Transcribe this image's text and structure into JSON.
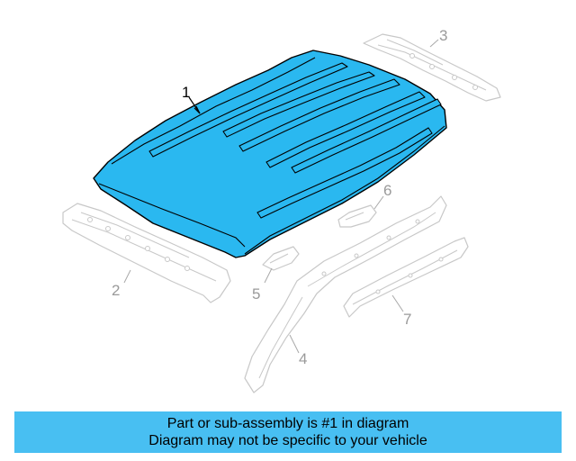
{
  "diagram": {
    "callouts": [
      {
        "id": "1",
        "label": "1",
        "highlighted": true
      },
      {
        "id": "2",
        "label": "2",
        "highlighted": false
      },
      {
        "id": "3",
        "label": "3",
        "highlighted": false
      },
      {
        "id": "4",
        "label": "4",
        "highlighted": false
      },
      {
        "id": "5",
        "label": "5",
        "highlighted": false
      },
      {
        "id": "6",
        "label": "6",
        "highlighted": false
      },
      {
        "id": "7",
        "label": "7",
        "highlighted": false
      }
    ]
  },
  "banner": {
    "line1": "Part or sub-assembly is #1 in diagram",
    "line2": "Diagram may not be specific to your vehicle"
  },
  "colors": {
    "highlight_part": "#2ab8f0",
    "banner_bg": "#48bff2",
    "ghost_parts": "#c8c8c8"
  }
}
